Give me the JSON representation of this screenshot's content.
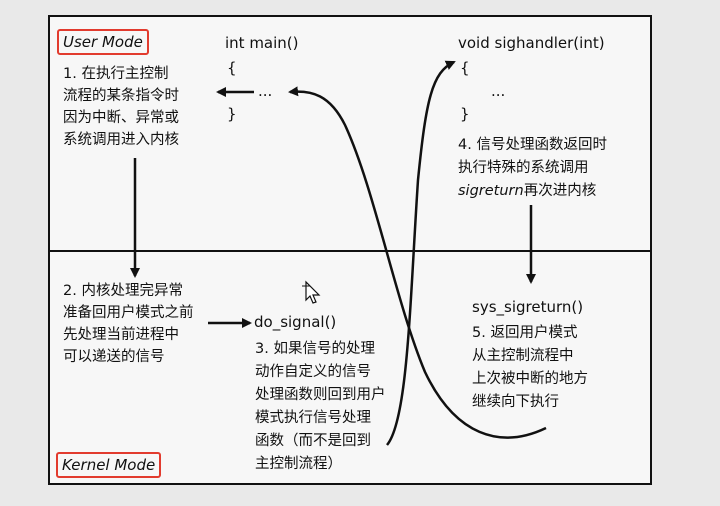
{
  "modes": {
    "user": "User Mode",
    "kernel": "Kernel Mode"
  },
  "main_block": {
    "signature": "int main()",
    "open_brace": "{",
    "dots": "...",
    "close_brace": "}"
  },
  "handler_block": {
    "signature": "void sighandler(int)",
    "open_brace": "{",
    "dots": "...",
    "close_brace": "}"
  },
  "functions": {
    "do_signal": "do_signal()",
    "sys_sigreturn": "sys_sigreturn()"
  },
  "steps": {
    "step1": [
      "1. 在执行主控制",
      "流程的某条指令时",
      "因为中断、异常或",
      "系统调用进入内核"
    ],
    "step2": [
      "2. 内核处理完异常",
      "准备回用户模式之前",
      "先处理当前进程中",
      "可以递送的信号"
    ],
    "step3": [
      "3. 如果信号的处理",
      "动作自定义的信号",
      "处理函数则回到用户",
      "模式执行信号处理",
      "函数（而不是回到",
      "主控制流程）"
    ],
    "step4_line1": "4. 信号处理函数返回时",
    "step4_line2": "执行特殊的系统调用",
    "step4_sigreturn": "sigreturn",
    "step4_suffix": "再次进内核",
    "step5": [
      "5. 返回用户模式",
      "从主控制流程中",
      "上次被中断的地方",
      "继续向下执行"
    ]
  },
  "colors": {
    "highlight_border": "#e23b2e",
    "line": "#111111",
    "panel": "#f7f7f7",
    "page": "#e9e9e9"
  }
}
